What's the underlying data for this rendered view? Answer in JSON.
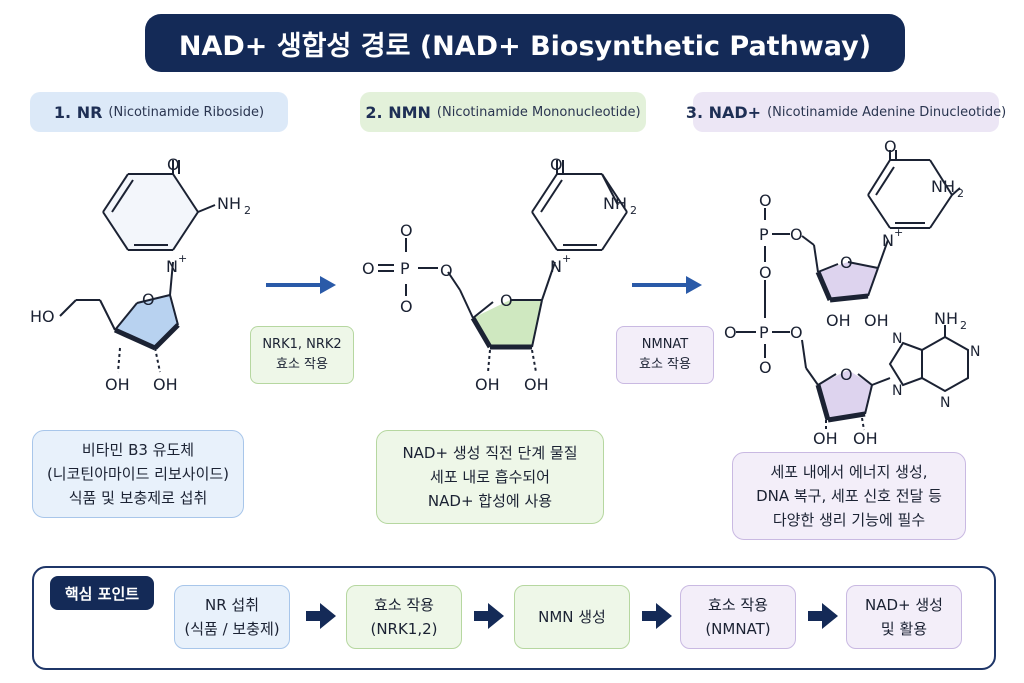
{
  "title": "NAD+ 생합성 경로 (NAD+ Biosynthetic Pathway)",
  "stages": [
    {
      "number": "1. NR",
      "full_name": "(Nicotinamide Riboside)",
      "description": [
        "비타민 B3 유도체",
        "(니코틴아마이드 리보사이드)",
        "식품 및 보충제로 섭취"
      ]
    },
    {
      "number": "2. NMN",
      "full_name": "(Nicotinamide Mononucleotide)",
      "description": [
        "NAD+ 생성 직전 단계 물질",
        "세포 내로 흡수되어",
        "NAD+ 합성에 사용"
      ]
    },
    {
      "number": "3. NAD+",
      "full_name": "(Nicotinamide Adenine Dinucleotide)",
      "description": [
        "세포 내에서 에너지 생성,",
        "DNA 복구, 세포 신호 전달 등",
        "다양한 생리 기능에 필수"
      ]
    }
  ],
  "enzymes": [
    {
      "name": "NRK1, NRK2",
      "action": "효소 작용"
    },
    {
      "name": "NMNAT",
      "action": "효소 작용"
    }
  ],
  "atoms": {
    "O": "O",
    "NH2": "NH",
    "sub2": "2",
    "Nplus": "N",
    "plus": "+",
    "HO": "HO",
    "OH": "OH",
    "P": "P",
    "N": "N"
  },
  "key_points": {
    "label": "핵심 포인트",
    "steps": [
      {
        "line1": "NR 섭취",
        "line2": "(식품 / 보충제)"
      },
      {
        "line1": "효소 작용",
        "line2": "(NRK1,2)"
      },
      {
        "line1": "NMN 생성",
        "line2": ""
      },
      {
        "line1": "효소 작용",
        "line2": "(NMNAT)"
      },
      {
        "line1": "NAD+ 생성",
        "line2": "및 활용"
      }
    ]
  },
  "colors": {
    "navy": "#142a57",
    "arrow_blue": "#2a5aa8",
    "nr_ring": "#b8d2f0",
    "nmn_ring": "#cfe8c0",
    "nad_ring": "#ddd3ee"
  }
}
